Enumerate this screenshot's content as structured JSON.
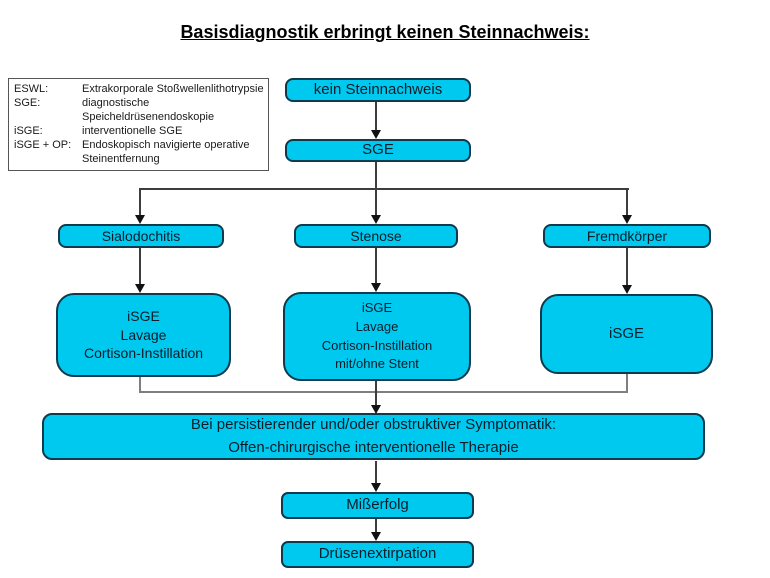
{
  "title": "Basisdiagnostik erbringt keinen Steinnachweis:",
  "legend": {
    "entries": [
      {
        "term": "ESWL:",
        "definition": "Extrakorporale Stoßwellenlithotrypsie"
      },
      {
        "term": "SGE:",
        "definition": "diagnostische Speicheldrüsenendoskopie"
      },
      {
        "term": "iSGE:",
        "definition": "interventionelle SGE"
      },
      {
        "term": "iSGE + OP:",
        "definition": "Endoskopisch navigierte operative Steinentfernung"
      }
    ]
  },
  "flow": {
    "kein_steinnachweis": "kein Steinnachweis",
    "sge": "SGE",
    "sialodochitis": "Sialodochitis",
    "stenose": "Stenose",
    "fremdkoerper": "Fremdkörper",
    "isge_lavage": "iSGE\nLavage\nCortison-Instillation",
    "isge_lavage_stent": "iSGE\nLavage\nCortison-Instillation\nmit/ohne Stent",
    "isge": "iSGE",
    "symptomatik": "Bei persistierender und/oder obstruktiver Symptomatik:\nOffen-chirurgische interventionelle Therapie",
    "misserfolg": "Mißerfolg",
    "druesenextirpation": "Drüsenextirpation"
  },
  "colors": {
    "box_fill": "#00C9F0",
    "box_border": "#0E3A4D",
    "text": "#0B1D2A",
    "line": "#3D3D3D",
    "connector_gray": "#7F7F7F",
    "arrow": "#111111",
    "background": "#FFFFFF"
  }
}
